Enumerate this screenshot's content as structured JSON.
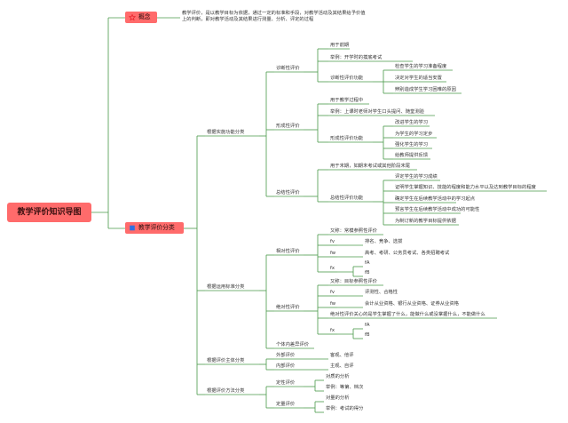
{
  "root": "教学评价知识导图",
  "concept": {
    "label": "概念",
    "icon": "star-icon",
    "text": "教学评价，是以教学目标为依据，通过一定的标准和手段，对教学活动及其结果给予价值上的判断，即对教学活动及其结果进行测量、分析、评定的过程"
  },
  "classification": {
    "label": "教学评价分类",
    "icon": "square-icon",
    "function": {
      "label": "根据实施功能分类",
      "diagnostic": {
        "label": "诊断性评价",
        "use": "用于前期",
        "example": "举例：开学时的摸底考试",
        "func_label": "诊断性评价功能",
        "functions": [
          "检查学生的学习准备程度",
          "决定对学生的适当安置",
          "辨别造成学生学习困难的原因"
        ]
      },
      "formative": {
        "label": "形成性评价",
        "use": "用于教学过程中",
        "example": "举例：上课时老师对学生口头提问、随堂测验",
        "func_label": "形成性评价功能",
        "functions": [
          "改进学生的学习",
          "为学生的学习定步",
          "强化学生的学习",
          "给教师提供反馈"
        ]
      },
      "summative": {
        "label": "总结性评价",
        "use": "用于末期，如期末考试或其他阶段末尾",
        "func_label": "总结性评价功能",
        "functions": [
          "评定学生的学习成绩",
          "证明学生掌握知识、技能的程度和能力水平以及达到教学目标的程度",
          "确定学生在后续教学活动中的学习起点",
          "预言学生在后续教学活动中成功的可能性",
          "为制订新的教学目标提供依据"
        ]
      }
    },
    "standard": {
      "label": "根据运用标准分类",
      "relative": {
        "label": "相对性评价",
        "def": "又称：常模参照性评价",
        "rows": [
          {
            "k": "fv",
            "v": "排名、竞争、选拔"
          },
          {
            "k": "fw",
            "v": "高考、考研、公务员考试、各类招聘考试"
          }
        ],
        "fx": {
          "k": "fx",
          "items": [
            "fA",
            "fB"
          ]
        }
      },
      "absolute": {
        "label": "绝对性评价",
        "def": "又称：目标参照性评价",
        "rows": [
          {
            "k": "fv",
            "v": "评测性、合格性"
          },
          {
            "k": "fw",
            "v": "会计从业资格、银行从业资格、证券从业资格"
          }
        ],
        "note": "绝对性评价关心的是学生掌握了什么，能做什么或没掌握什么，不能做什么",
        "fx": {
          "k": "fx",
          "items": [
            "fA",
            "fB"
          ]
        }
      },
      "individual": "个体内差异评价"
    },
    "subject": {
      "label": "根据评价主体分类",
      "items": [
        {
          "label": "外部评价",
          "v": "客观、他评"
        },
        {
          "label": "内部评价",
          "v": "主观、自评"
        }
      ]
    },
    "method": {
      "label": "根据评价方法分类",
      "qualitative": {
        "label": "定性评价",
        "items": [
          "对质的分析",
          "举例：等第、档次"
        ]
      },
      "quantitative": {
        "label": "定量评价",
        "items": [
          "对量的分析",
          "举例：考试的得分"
        ]
      }
    }
  },
  "colors": {
    "root": "#ff6b6b",
    "line": "#4a9a4a",
    "star": "#e8202a",
    "square": "#2f6fe0"
  }
}
